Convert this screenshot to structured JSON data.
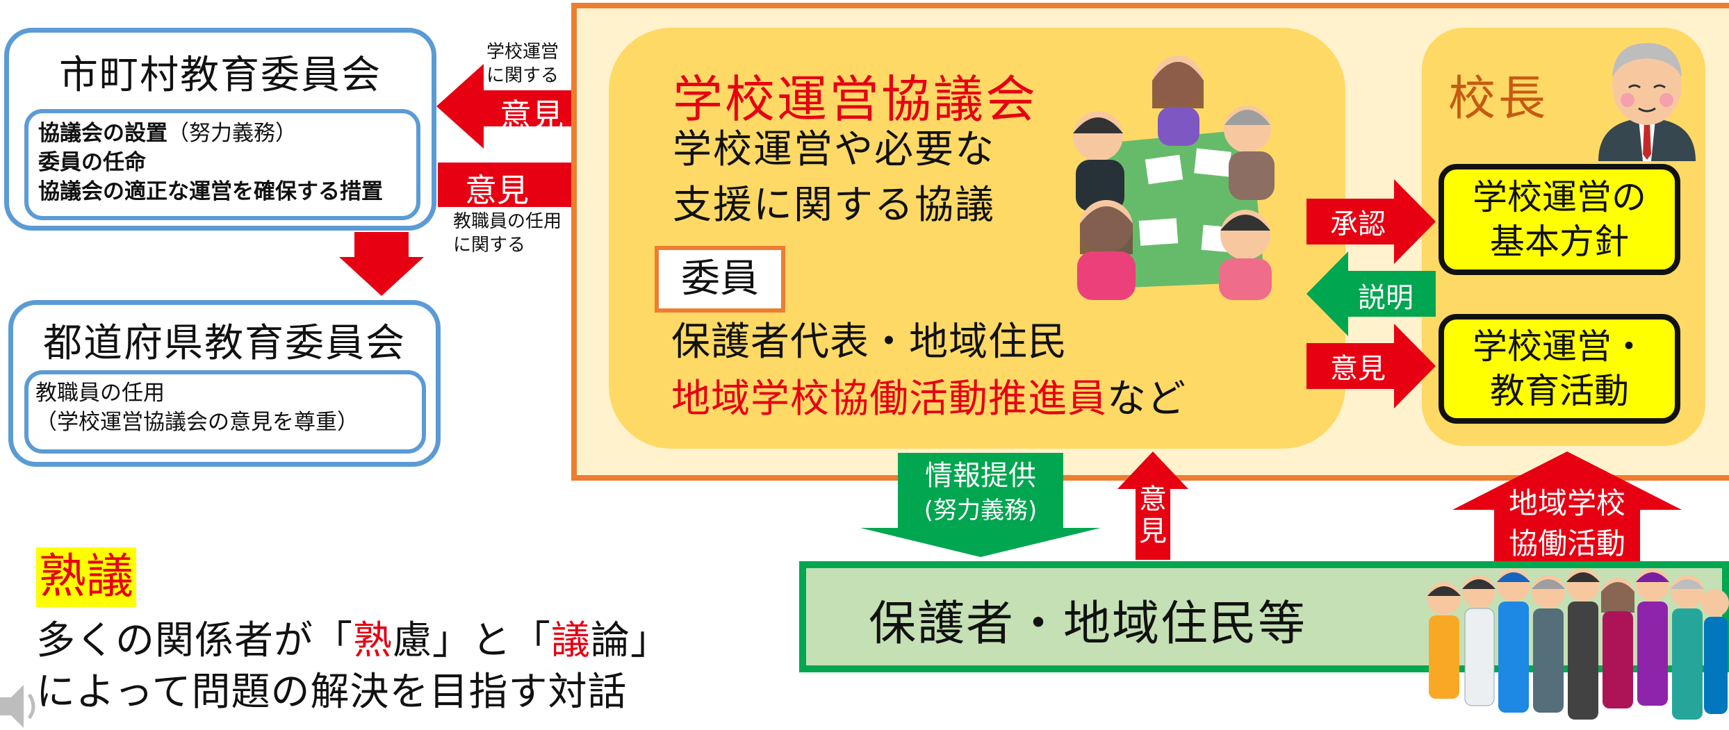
{
  "city_board": {
    "title": "市町村教育委員会",
    "items": [
      "協議会の設置",
      "委員の任命",
      "協議会の適正な運営を確保する措置"
    ],
    "item1_note": "（努力義務）"
  },
  "pref_board": {
    "title": "都道府県教育委員会",
    "line1": "教職員の任用",
    "line2": "（学校運営協議会の意見を尊重）"
  },
  "arrows_left": {
    "top_caption_1": "学校運営",
    "top_caption_2": "に関する",
    "top_label": "意見",
    "bottom_label": "意見",
    "bottom_caption_1": "教職員の任用",
    "bottom_caption_2": "に関する"
  },
  "council": {
    "title": "学校運営協議会",
    "desc_1": "学校運営や必要な",
    "desc_2": "支援に関する協議",
    "member_label": "委員",
    "members_1": "保護者代表・地域住民",
    "members_2_red": "地域学校協働活動推進員",
    "members_2_suffix": "など"
  },
  "principal": {
    "title": "校長",
    "policy": [
      "学校運営の",
      "基本方針"
    ],
    "activities": [
      "学校運営・",
      "教育活動"
    ]
  },
  "mid_arrows": {
    "approve": "承認",
    "explain": "説明",
    "opinion": "意見"
  },
  "bottom_arrows": {
    "info_1": "情報提供",
    "info_2": "(努力義務)",
    "opinion": "意見",
    "collab_1": "地域学校",
    "collab_2": "協働活動"
  },
  "residents": {
    "label": "保護者・地域住民等"
  },
  "jukugi": {
    "title": "熟議",
    "line1_a": "多くの関係者が「",
    "line1_b": "熟",
    "line1_c": "慮」と「",
    "line1_d": "議",
    "line1_e": "論」",
    "line2": "によって問題の解決を目指す対話"
  },
  "colors": {
    "red": "#e60012",
    "green": "#00a650",
    "blue": "#5b9bd5",
    "orange": "#ed7d31",
    "cream": "#fff2cc",
    "gold": "#ffd966",
    "yellow": "#ffff00"
  }
}
